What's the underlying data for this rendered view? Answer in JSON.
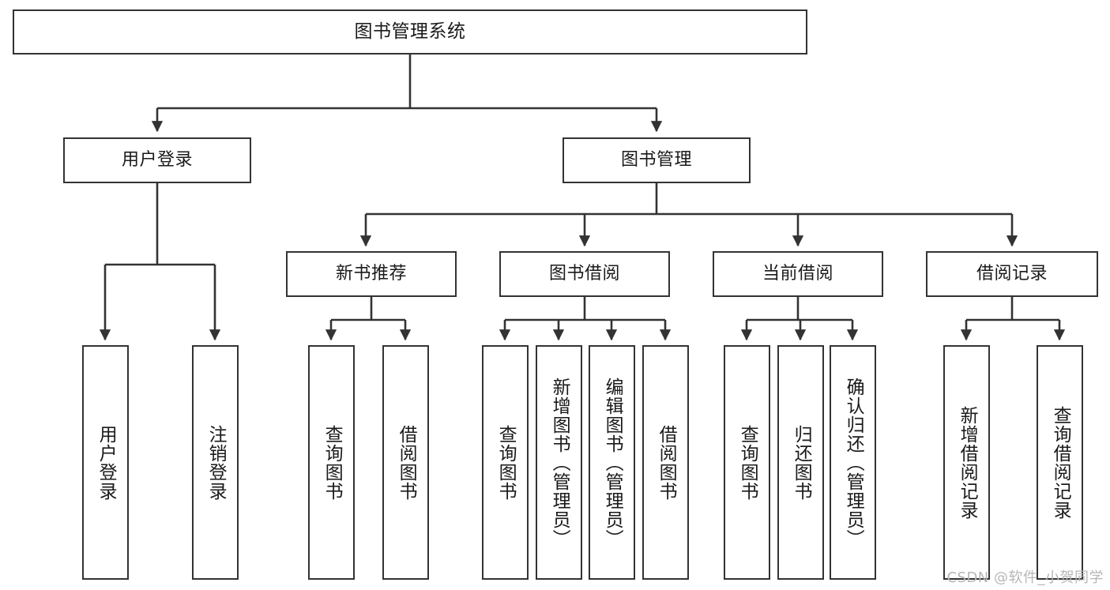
{
  "diagram": {
    "type": "tree-hierarchy-chart",
    "title": "图书管理系统",
    "watermark": "CSDN @软件_小贺同学",
    "colors": {
      "background": "#ffffff",
      "node_border": "#333333",
      "node_fill": "#ffffff",
      "connector": "#333333",
      "text": "#1a1a1a",
      "watermark": "#b6b6b6"
    },
    "nodes": {
      "root": {
        "label": "图书管理系统"
      },
      "level1": [
        {
          "id": "user-login",
          "label": "用户登录"
        },
        {
          "id": "book-management",
          "label": "图书管理"
        }
      ],
      "level2": [
        {
          "id": "new-book-recommend",
          "label": "新书推荐"
        },
        {
          "id": "book-borrow",
          "label": "图书借阅"
        },
        {
          "id": "current-borrow",
          "label": "当前借阅"
        },
        {
          "id": "borrow-record",
          "label": "借阅记录"
        }
      ],
      "leaves": {
        "user_login": [
          {
            "id": "leaf-user-login",
            "label": "用户登录"
          },
          {
            "id": "leaf-user-logout",
            "label": "注销登录"
          }
        ],
        "new_book_recommend": [
          {
            "id": "leaf-query-book-1",
            "label": "查询图书"
          },
          {
            "id": "leaf-borrow-book-1",
            "label": "借阅图书"
          }
        ],
        "book_borrow": [
          {
            "id": "leaf-query-book-2",
            "label": "查询图书"
          },
          {
            "id": "leaf-add-book-admin",
            "label": "新增图书（管理员）"
          },
          {
            "id": "leaf-edit-book-admin",
            "label": "编辑图书（管理员）"
          },
          {
            "id": "leaf-borrow-book-2",
            "label": "借阅图书"
          }
        ],
        "current_borrow": [
          {
            "id": "leaf-query-book-3",
            "label": "查询图书"
          },
          {
            "id": "leaf-return-book",
            "label": "归还图书"
          },
          {
            "id": "leaf-confirm-return-admin",
            "label": "确认归还（管理员）"
          }
        ],
        "borrow_record": [
          {
            "id": "leaf-add-borrow-record",
            "label": "新增借阅记录"
          },
          {
            "id": "leaf-query-borrow-record",
            "label": "查询借阅记录"
          }
        ]
      }
    }
  }
}
